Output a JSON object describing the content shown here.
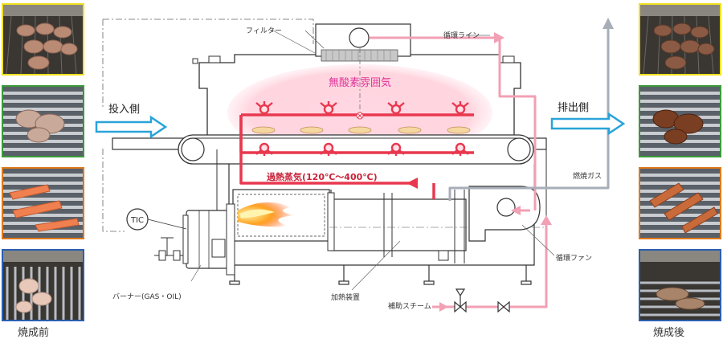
{
  "labels": {
    "filter": "フィルター",
    "circulation_line": "循環ライン",
    "oxygen_free_atmosphere": "無酸素雰囲気",
    "input_side": "投入側",
    "output_side": "排出側",
    "superheated_steam": "過熱蒸気(120℃～400℃)",
    "combustion_gas": "燃焼ガス",
    "tic": "TIC",
    "circulation_fan": "循環ファン",
    "burner": "バーナー(GAS・OIL)",
    "heating_device": "加熱装置",
    "auxiliary_steam": "補助スチーム",
    "before_baking": "焼成前",
    "after_baking": "焼成後"
  },
  "photos": {
    "left": [
      {
        "subject": "raw-patties",
        "border": "#f0e020"
      },
      {
        "subject": "raw-pork",
        "border": "#3a9a3a"
      },
      {
        "subject": "raw-salmon",
        "border": "#e07a1a"
      },
      {
        "subject": "raw-chicken",
        "border": "#2a5fb0"
      }
    ],
    "right": [
      {
        "subject": "baked-patties",
        "border": "#f0e020"
      },
      {
        "subject": "baked-pork",
        "border": "#3a9a3a"
      },
      {
        "subject": "baked-salmon",
        "border": "#e07a1a"
      },
      {
        "subject": "baked-chicken",
        "border": "#2a5fb0"
      }
    ]
  },
  "colors": {
    "steam_red": "#e8384f",
    "circulation_pink": "#f2a0b4",
    "gas_gray": "#a8aeb8",
    "arrow_blue": "#2aa3d8",
    "atmosphere_text": "#e0359a",
    "machine_line": "#333333"
  }
}
